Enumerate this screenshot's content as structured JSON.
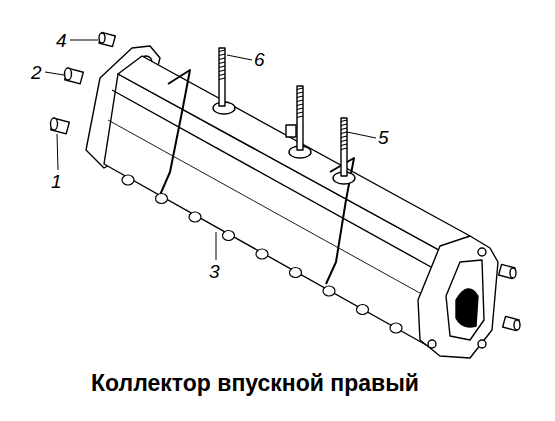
{
  "diagram": {
    "caption": "Коллектор впускной правый",
    "labels": [
      "4",
      "2",
      "6",
      "1",
      "5",
      "3"
    ]
  }
}
